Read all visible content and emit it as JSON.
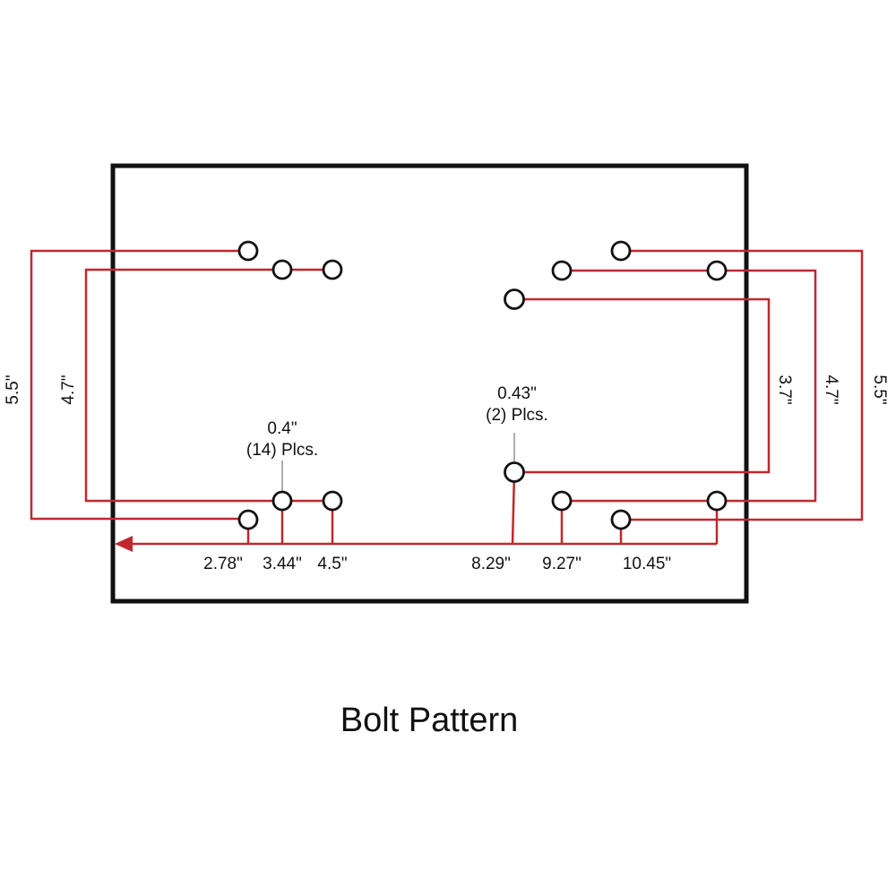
{
  "title": "Bolt Pattern",
  "colors": {
    "outline": "#111111",
    "dimension": "#c0282d",
    "background": "#ffffff"
  },
  "callouts": {
    "small_holes": {
      "size": "0.4\"",
      "count": "(14) Plcs."
    },
    "large_holes": {
      "size": "0.43\"",
      "count": "(2) Plcs."
    }
  },
  "horizontal_dimensions": [
    "2.78\"",
    "3.44\"",
    "4.5\"",
    "8.29\"",
    "9.27\"",
    "10.45\""
  ],
  "vertical_dimensions": {
    "left_outer": "5.5\"",
    "left_inner": "4.7\"",
    "right_inner": "3.7\"",
    "right_middle": "4.7\"",
    "right_outer": "5.5\""
  }
}
